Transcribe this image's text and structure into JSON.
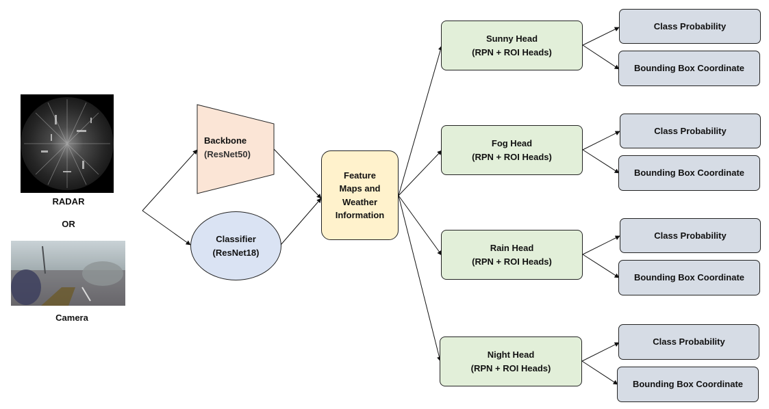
{
  "inputs": {
    "radar_label": "RADAR",
    "or_label": "OR",
    "camera_label": "Camera"
  },
  "backbone": {
    "title": "Backbone",
    "subtitle": "(ResNet50)"
  },
  "classifier": {
    "title": "Classifier",
    "subtitle": "(ResNet18)"
  },
  "feature": {
    "lines": [
      "Feature",
      "Maps and",
      "Weather",
      "Information"
    ]
  },
  "heads": [
    {
      "title": "Sunny Head",
      "subtitle": "(RPN + ROI Heads)",
      "outputs": [
        "Class Probability",
        "Bounding Box Coordinate"
      ]
    },
    {
      "title": "Fog Head",
      "subtitle": "(RPN + ROI Heads)",
      "outputs": [
        "Class Probability",
        "Bounding Box Coordinate"
      ]
    },
    {
      "title": "Rain Head",
      "subtitle": "(RPN + ROI Heads)",
      "outputs": [
        "Class Probability",
        "Bounding Box Coordinate"
      ]
    },
    {
      "title": "Night Head",
      "subtitle": "(RPN + ROI Heads)",
      "outputs": [
        "Class Probability",
        "Bounding Box Coordinate"
      ]
    }
  ],
  "colors": {
    "backbone_fill": "#fbe5d6",
    "classifier_fill": "#dae3f3",
    "feature_fill": "#fff2cc",
    "head_fill": "#e2efd9",
    "output_fill": "#d6dce5"
  }
}
